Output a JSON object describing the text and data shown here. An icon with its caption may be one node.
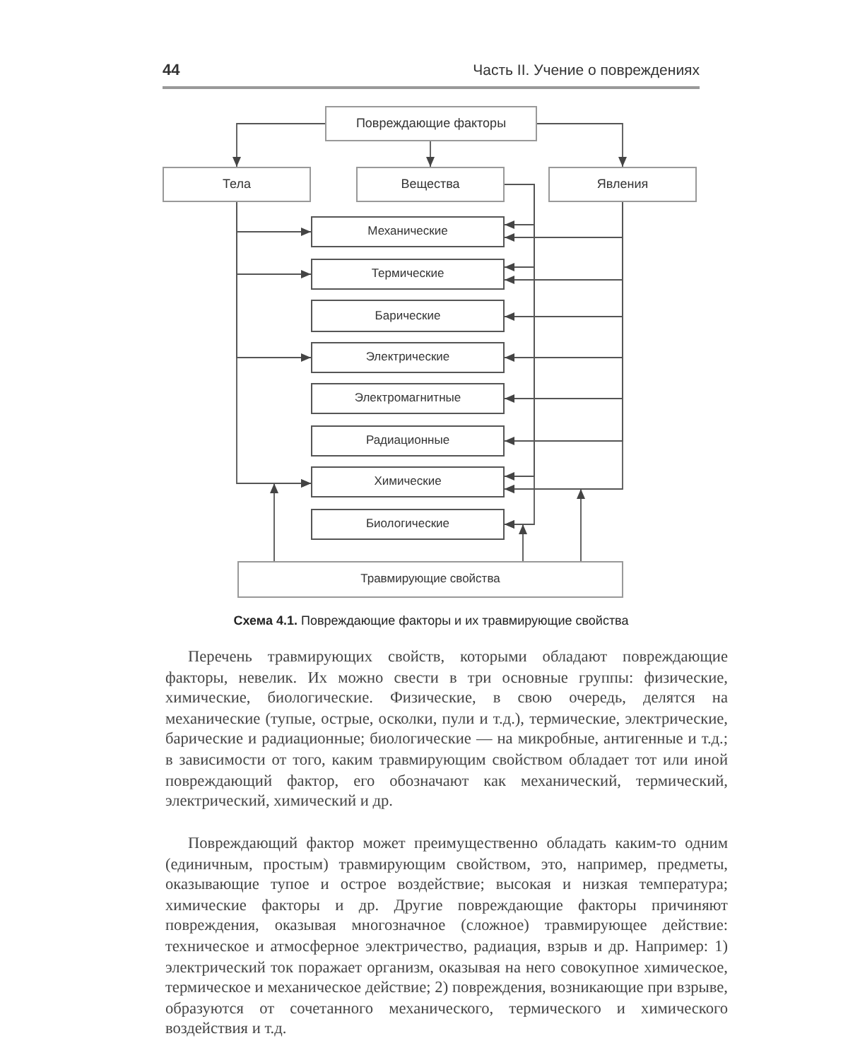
{
  "diagram": {
    "caption": "**Схема 4.1.** Повреждающие факторы и их травмирующие свойства",
    "nodes": [
      {
        "text": [
          "Повреждающие факторы"
        ]
      },
      {
        "text": [
          "Тела"
        ]
      },
      {
        "text": [
          "Вещества"
        ]
      },
      {
        "text": [
          "Явления"
        ]
      },
      {
        "text": [
          "Механические"
        ]
      },
      {
        "text": [
          "Термические"
        ]
      },
      {
        "text": [
          "Барические"
        ]
      },
      {
        "text": [
          "Электрические"
        ]
      },
      {
        "text": [
          "Электромагнитные"
        ]
      },
      {
        "text": [
          "Радиационные"
        ]
      },
      {
        "text": [
          "Химические"
        ]
      },
      {
        "text": [
          "Биологические"
        ]
      },
      {
        "text": [
          "Травмирующие свойства"
        ]
      }
    ],
    "edges": [
      {
        "from": 0,
        "to": 1,
        "arrow": "to"
      },
      {
        "from": 0,
        "to": 2,
        "arrow": "to"
      },
      {
        "from": 0,
        "to": 3,
        "arrow": "to"
      },
      {
        "from": 1,
        "to": 4,
        "arrow": "to"
      },
      {
        "from": 1,
        "to": 5,
        "arrow": "to"
      },
      {
        "from": 1,
        "to": 7,
        "arrow": "to"
      },
      {
        "from": 1,
        "to": 10,
        "arrow": "to"
      },
      {
        "from": 2,
        "to": 4,
        "arrow": "to"
      },
      {
        "from": 2,
        "to": 5,
        "arrow": "to"
      },
      {
        "from": 2,
        "to": 10,
        "arrow": "to"
      },
      {
        "from": 2,
        "to": 11,
        "arrow": "to"
      },
      {
        "from": 3,
        "to": 4,
        "arrow": "to"
      },
      {
        "from": 3,
        "to": 5,
        "arrow": "to"
      },
      {
        "from": 3,
        "to": 6,
        "arrow": "to"
      },
      {
        "from": 3,
        "to": 7,
        "arrow": "to"
      },
      {
        "from": 3,
        "to": 8,
        "arrow": "to"
      },
      {
        "from": 3,
        "to": 9,
        "arrow": "to"
      },
      {
        "from": 3,
        "to": 10,
        "arrow": "to"
      },
      {
        "from": 12,
        "to": 10,
        "arrow": "to"
      },
      {
        "from": 12,
        "to": 11,
        "arrow": "to"
      },
      {
        "from": 12,
        "to": 10,
        "arrow": "to"
      }
    ],
    "labels": [
      "44",
      "Часть II. Учение о повреждениях",
      "Перечень травмирующих свойств, которыми обладают повреждающие факторы, невелик. Их можно свести в три основные группы: физические, химические, биологические. Физические, в свою очередь, делятся на механические (тупые, острые, осколки, пули и т.д.), термические, электрические, барические и радиационные; биологические — на микробные, антигенные и т.д.; в зависимости от того, каким травмирующим свойством обладает тот или иной повреждающий фактор, его обозначают как механический, термический, электрический, химический и др.",
      "Повреждающий фактор может преимущественно обладать каким-то одним (единичным, простым) травмирующим свойством, это, например, предметы, оказывающие тупое и острое воздействие; высокая и низкая температура; химические факторы и др. Другие повреждающие факторы причиняют повреждения, оказывая многозначное (сложное) травмирующее действие: техническое и атмосферное электричество, радиация, взрыв и др. Например: 1) электрический ток поражает организм, оказывая на него совокупное химическое, термическое и механическое действие; 2) повреждения, возникающие при взрыве, образуются от сочетанного механического, термического и химического воздействия и т.д."
    ]
  }
}
